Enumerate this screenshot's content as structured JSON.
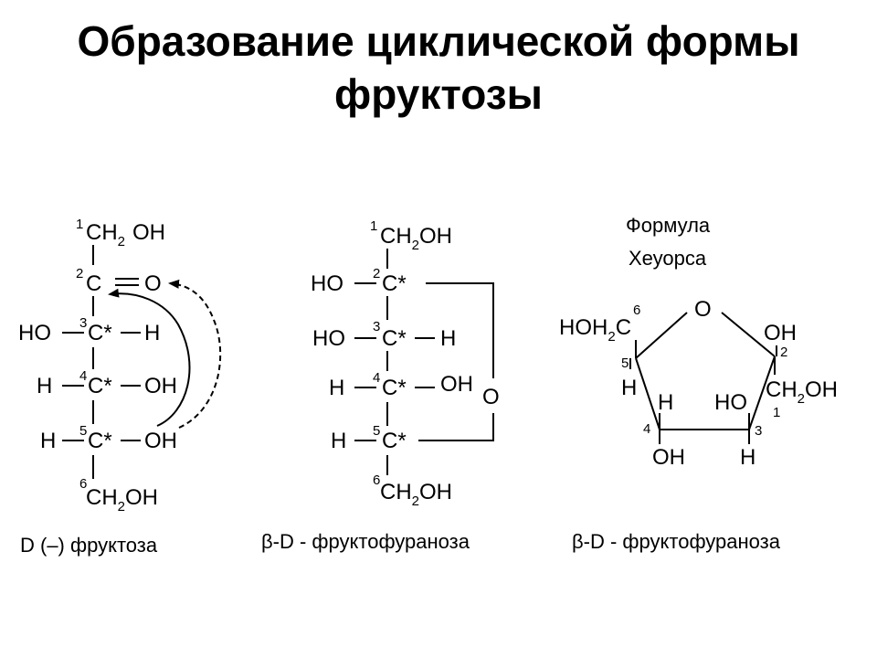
{
  "title": {
    "line1": "Образование циклической формы",
    "line2": "фруктозы"
  },
  "open_chain": {
    "caption": "D (–) фруктоза",
    "c1": "CH",
    "c1_sub": "2",
    "c1_oh": "OH",
    "c2": "C",
    "c2_o": "O",
    "c3_left": "HO",
    "c3": "C*",
    "c3_right": "H",
    "c4_left": "H",
    "c4": "C*",
    "c4_right": "OH",
    "c5_left": "H",
    "c5": "C*",
    "c5_right": "OH",
    "c6a": "CH",
    "c6_sub": "2",
    "c6b": "OH",
    "n1": "1",
    "n2": "2",
    "n3": "3",
    "n4": "4",
    "n5": "5",
    "n6": "6"
  },
  "fischer_ring": {
    "caption": "β-D - фруктофураноза",
    "c1a": "CH",
    "c1_sub": "2",
    "c1b": "OH",
    "c2_left": "HO",
    "c2": "C*",
    "c3_left": "HO",
    "c3": "C*",
    "c3_right": "H",
    "c4_left": "H",
    "c4": "C*",
    "c4_right": "OH",
    "c5_left": "H",
    "c5": "C*",
    "c6a": "CH",
    "c6_sub": "2",
    "c6b": "OH",
    "ring_o": "O",
    "n1": "1",
    "n2": "2",
    "n3": "3",
    "n4": "4",
    "n5": "5",
    "n6": "6"
  },
  "haworth": {
    "label_line1": "Формула",
    "label_line2": "Хеуорса",
    "caption": "β-D - фруктофураноза",
    "ring_o": "O",
    "c6_a": "HOH",
    "c6_sub": "2",
    "c6_b": "C",
    "c2_oh": "OH",
    "c2_ch2a": "CH",
    "c2_sub": "2",
    "c2_ch2b": "OH",
    "c5_h": "H",
    "c4_h": "H",
    "c4_oh": "OH",
    "c3_ho": "HO",
    "c3_h": "H",
    "n1": "1",
    "n2": "2",
    "n3": "3",
    "n4": "4",
    "n5": "5",
    "n6": "6"
  }
}
